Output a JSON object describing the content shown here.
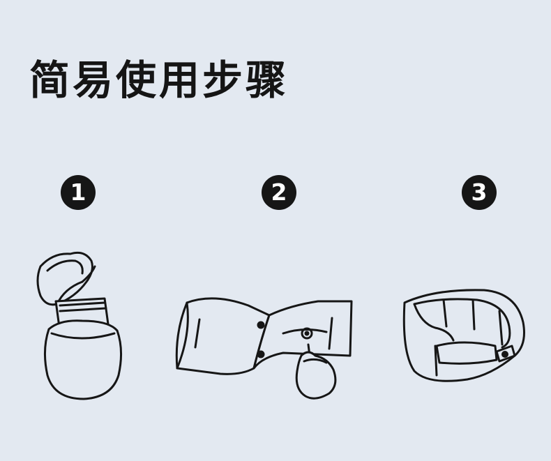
{
  "title": "简易使用步骤",
  "steps": [
    {
      "number": "1",
      "icon": "pillow-pouch-open-icon"
    },
    {
      "number": "2",
      "icon": "pillow-unrolled-snap-icon"
    },
    {
      "number": "3",
      "icon": "u-shaped-neck-pillow-icon"
    }
  ],
  "colors": {
    "background": "#e3e9f1",
    "ink": "#161616",
    "badge_text": "#ffffff"
  }
}
